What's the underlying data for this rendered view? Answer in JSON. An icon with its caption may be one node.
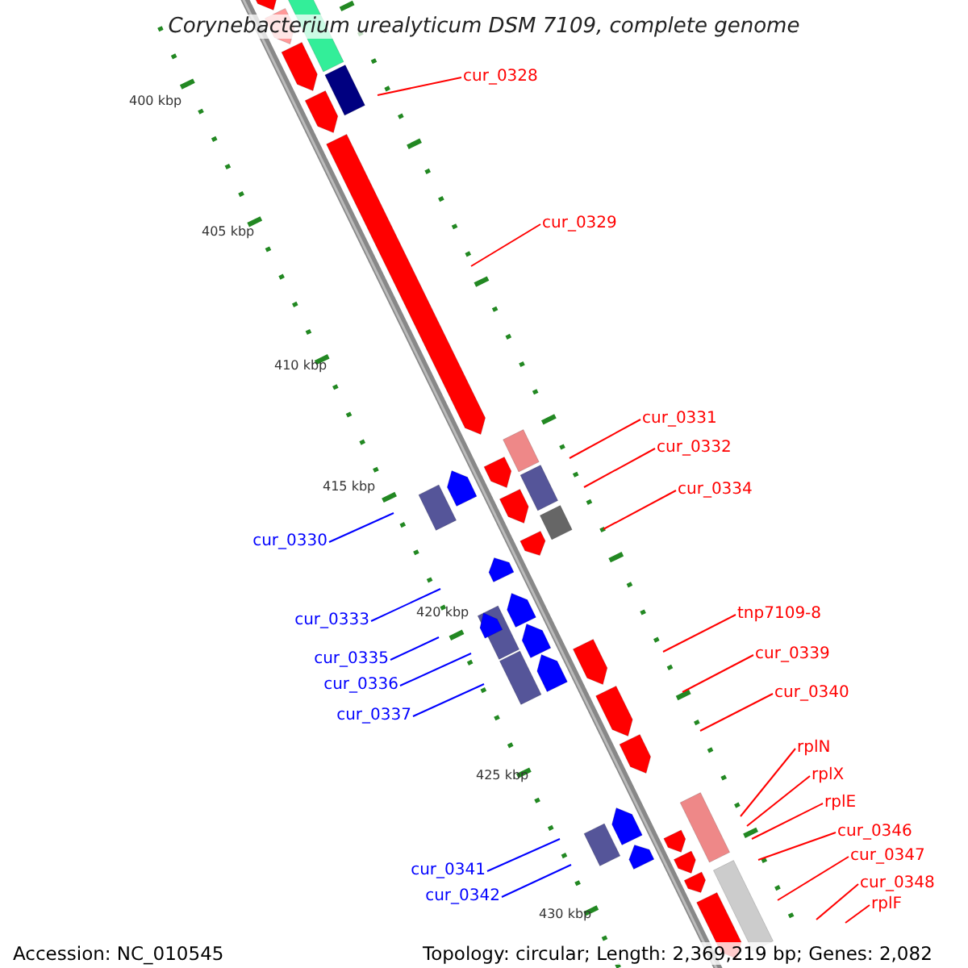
{
  "diagram": {
    "title": "Corynebacterium urealyticum DSM 7109, complete genome",
    "nodes": [
      {
        "text": [
          "cur_0328"
        ]
      },
      {
        "text": [
          "cur_0329"
        ]
      },
      {
        "text": [
          "cur_0331"
        ]
      },
      {
        "text": [
          "cur_0332"
        ]
      },
      {
        "text": [
          "cur_0334"
        ]
      },
      {
        "text": [
          "cur_0330"
        ]
      },
      {
        "text": [
          "cur_0333"
        ]
      },
      {
        "text": [
          "tnp7109-8"
        ]
      },
      {
        "text": [
          "cur_0335"
        ]
      },
      {
        "text": [
          "cur_0339"
        ]
      },
      {
        "text": [
          "cur_0336"
        ]
      },
      {
        "text": [
          "cur_0337"
        ]
      },
      {
        "text": [
          "cur_0340"
        ]
      },
      {
        "text": [
          "rplN"
        ]
      },
      {
        "text": [
          "rplX"
        ]
      },
      {
        "text": [
          "rplE"
        ]
      },
      {
        "text": [
          "cur_0346"
        ]
      },
      {
        "text": [
          "cur_0341"
        ]
      },
      {
        "text": [
          "cur_0347"
        ]
      },
      {
        "text": [
          "cur_0348"
        ]
      },
      {
        "text": [
          "cur_0342"
        ]
      },
      {
        "text": [
          "rplF"
        ]
      }
    ],
    "edges": [
      {
        "from": 0,
        "to": null,
        "arrow": "none"
      },
      {
        "from": 1,
        "to": null,
        "arrow": "none"
      },
      {
        "from": 2,
        "to": null,
        "arrow": "none"
      },
      {
        "from": 3,
        "to": null,
        "arrow": "none"
      },
      {
        "from": 4,
        "to": null,
        "arrow": "none"
      },
      {
        "from": 5,
        "to": null,
        "arrow": "none",
        "color": "#0000ff"
      },
      {
        "from": 6,
        "to": null,
        "arrow": "none",
        "color": "#0000ff"
      },
      {
        "from": 7,
        "to": null,
        "arrow": "none"
      },
      {
        "from": 8,
        "to": null,
        "arrow": "none",
        "color": "#0000ff"
      },
      {
        "from": 9,
        "to": null,
        "arrow": "none"
      },
      {
        "from": 10,
        "to": null,
        "arrow": "none",
        "color": "#0000ff"
      },
      {
        "from": 11,
        "to": null,
        "arrow": "none",
        "color": "#0000ff"
      },
      {
        "from": 12,
        "to": null,
        "arrow": "none"
      },
      {
        "from": 13,
        "to": null,
        "arrow": "none"
      },
      {
        "from": 14,
        "to": null,
        "arrow": "none"
      },
      {
        "from": 15,
        "to": null,
        "arrow": "none"
      },
      {
        "from": 16,
        "to": null,
        "arrow": "none"
      },
      {
        "from": 17,
        "to": null,
        "arrow": "none",
        "color": "#0000ff"
      },
      {
        "from": 18,
        "to": null,
        "arrow": "none"
      },
      {
        "from": 19,
        "to": null,
        "arrow": "none"
      },
      {
        "from": 20,
        "to": null,
        "arrow": "none",
        "color": "#0000ff"
      },
      {
        "from": 21,
        "to": null,
        "arrow": "none"
      }
    ],
    "labels": [
      "400 kbp",
      "405 kbp",
      "410 kbp",
      "415 kbp",
      "420 kbp",
      "425 kbp",
      "430 kbp",
      "Accession: NC_010545",
      "Topology: circular; Length: 2,369,219 bp; Genes: 2,082"
    ]
  }
}
